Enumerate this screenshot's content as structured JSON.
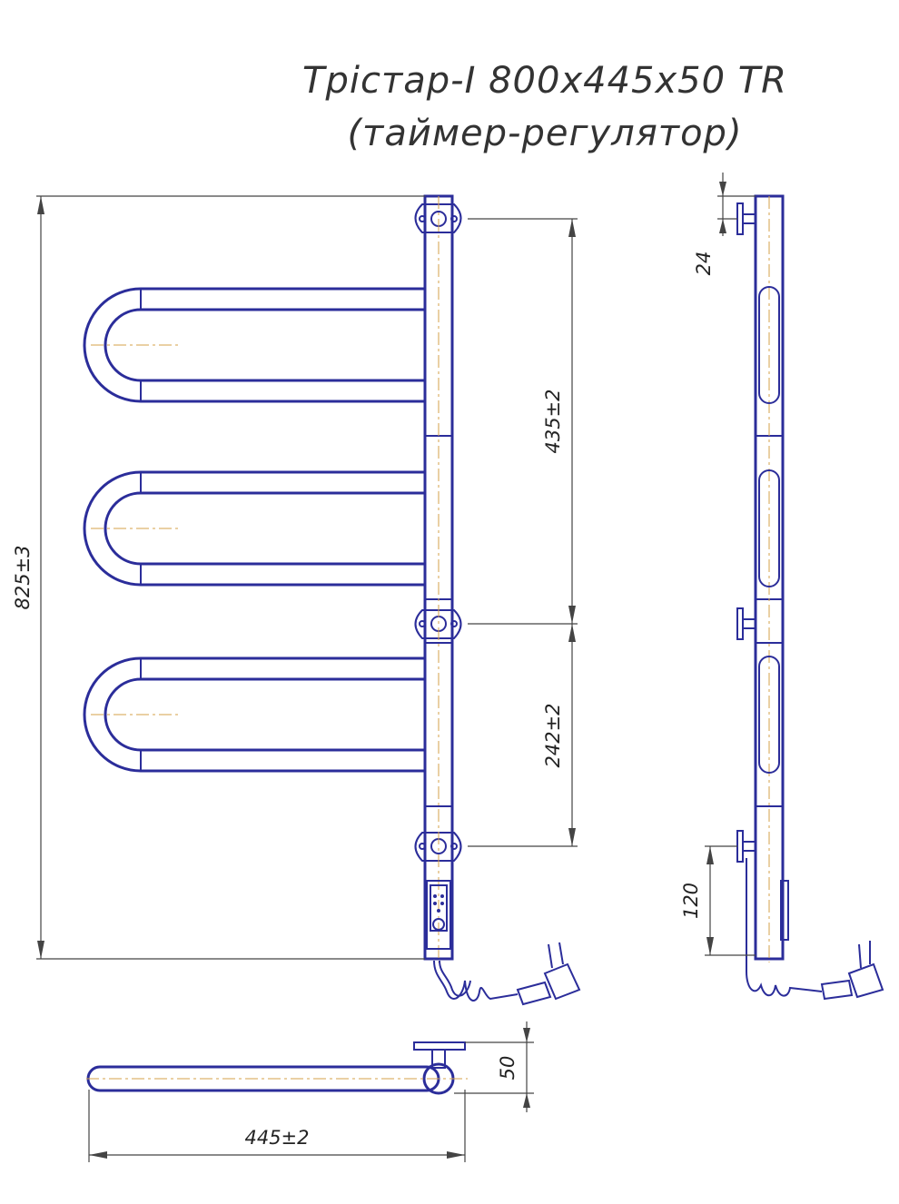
{
  "title": {
    "line1": "Трістар-I 800x445x50 TR",
    "line2": "(таймер-регулятор)"
  },
  "dimensions": {
    "overall_height": "825±3",
    "upper_mount_spacing": "435±2",
    "lower_mount_spacing": "242±2",
    "bracket_offset": "24",
    "cable_offset": "120",
    "depth": "50",
    "width": "445±2"
  },
  "colors": {
    "outline": "#2b2d9a",
    "centerline": "#d4a24a",
    "dimension": "#444444"
  },
  "icons": [
    "wall-bracket-icon",
    "plug-icon",
    "controller-icon"
  ]
}
